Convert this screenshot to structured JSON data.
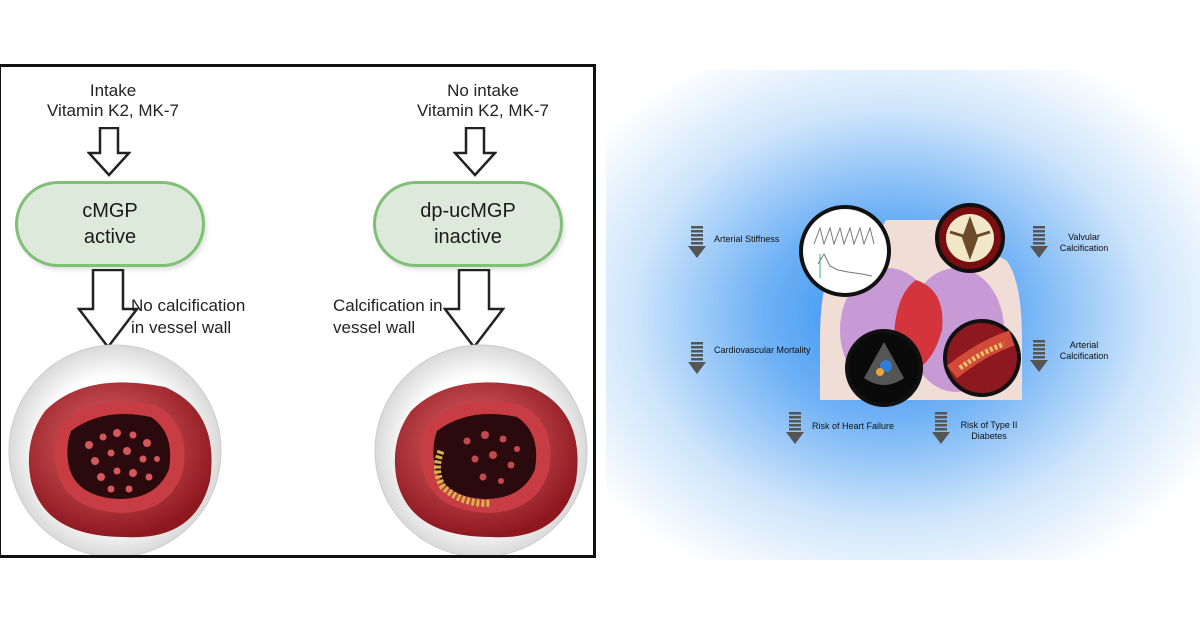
{
  "left": {
    "intake": "Intake\nVitamin K2, MK-7",
    "no_intake": "No intake\nVitamin K2, MK-7",
    "active_pill": {
      "line1": "cMGP",
      "line2": "active"
    },
    "inactive_pill": {
      "line1": "dp-ucMGP",
      "line2": "inactive"
    },
    "no_calcification": "No calcification\nin vessel wall",
    "calcification": "Calcification in\nvessel wall"
  },
  "right": {
    "arterial_stiffness": "Arterial Stiffness",
    "valvular_calcification": "Valvular\nCalcification",
    "cardiovascular_mortality": "Cardiovascular Mortality",
    "arterial_calcification": "Arterial\nCalcification",
    "heart_failure": "Risk of Heart Failure",
    "diabetes": "Risk of Type II\nDiabetes"
  },
  "colors": {
    "pill_fill": "#dde9da",
    "pill_border": "#7fbf76",
    "vessel_red": "#b3262e",
    "background_blue": "#2e8ef0"
  }
}
